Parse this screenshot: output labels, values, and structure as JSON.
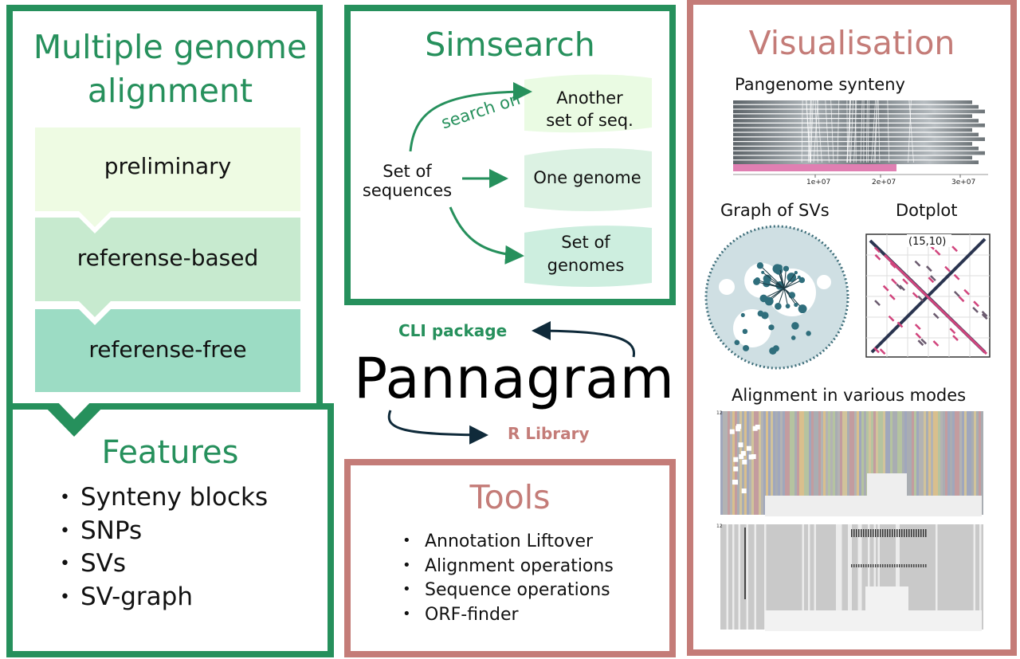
{
  "colors": {
    "green": "#26905c",
    "rose": "#c47c78",
    "step1": "#eefbe3",
    "step2": "#c7eacf",
    "step3": "#9cdcc4"
  },
  "left": {
    "title_line1": "Multiple genome",
    "title_line2": "alignment",
    "steps": [
      "preliminary",
      "referense-based",
      "referense-free"
    ],
    "features_title": "Features",
    "features": [
      "Synteny blocks",
      "SNPs",
      "SVs",
      "SV-graph"
    ]
  },
  "simsearch": {
    "title": "Simsearch",
    "source_line1": "Set of",
    "source_line2": "sequences",
    "arrow_label": "search on",
    "target1_line1": "Another",
    "target1_line2": "set of seq.",
    "target2": "One genome",
    "target3_line1": "Set of",
    "target3_line2": "genomes"
  },
  "center": {
    "brand": "Pannagram",
    "cli": "CLI package",
    "rlib": "R Library"
  },
  "tools": {
    "title": "Tools",
    "items": [
      "Annotation Liftover",
      "Alignment operations",
      "Sequence operations",
      "ORF-finder"
    ]
  },
  "visualisation": {
    "title": "Visualisation",
    "synteny_label": "Pangenome synteny",
    "synteny_ticks": [
      "1e+07",
      "2e+07",
      "3e+07"
    ],
    "graph_label": "Graph of SVs",
    "dotplot_label": "Dotplot",
    "dotplot_coord": "(15,10)",
    "alignment_label": "Alignment in various modes",
    "alignment_axis": "12"
  }
}
